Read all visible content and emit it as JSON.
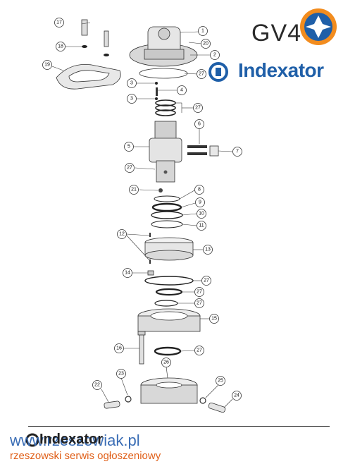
{
  "brand": {
    "model": "GV4",
    "name": "Indexator",
    "accent": "#1f5fa8",
    "badge_color": "#f28c1e"
  },
  "callouts": [
    "1",
    "2",
    "3",
    "4",
    "5",
    "6",
    "7",
    "8",
    "9",
    "10",
    "11",
    "12",
    "13",
    "14",
    "15",
    "16",
    "17",
    "18",
    "19",
    "20",
    "21",
    "22",
    "23",
    "24",
    "25",
    "26",
    "27"
  ],
  "footer": {
    "site": "www.rzeszowiak.pl",
    "overlay_brand": "Indexator",
    "tagline": "rzeszowski serwis ogłoszeniowy",
    "site_color": "#3a6db5",
    "tag_color": "#e0601a"
  }
}
